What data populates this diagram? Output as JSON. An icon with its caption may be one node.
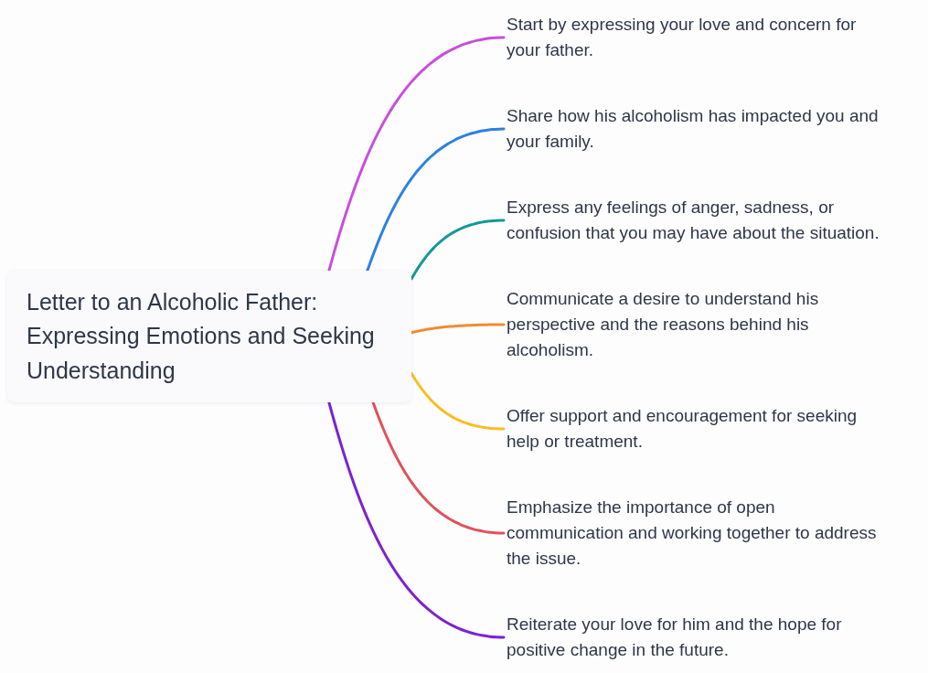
{
  "diagram": {
    "nodes": [
      {
        "text": [
          "Letter to an Alcoholic Father: Expressing Emotions and Seeking Understanding"
        ]
      },
      {
        "text": [
          "Start by expressing your love and concern for your father."
        ]
      },
      {
        "text": [
          "Share how his alcoholism has impacted you and your family."
        ]
      },
      {
        "text": [
          "Express any feelings of anger, sadness, or confusion that you may have about the situation."
        ]
      },
      {
        "text": [
          "Communicate a desire to understand his perspective and the reasons behind his alcoholism."
        ]
      },
      {
        "text": [
          "Offer support and encouragement for seeking help or treatment."
        ]
      },
      {
        "text": [
          "Emphasize the importance of open communication and working together to address the issue."
        ]
      },
      {
        "text": [
          "Reiterate your love for him and the hope for positive change in the future."
        ]
      }
    ],
    "edges": [
      {
        "from": 0,
        "to": 1,
        "arrow": "none",
        "color": "#c84fdb"
      },
      {
        "from": 0,
        "to": 2,
        "arrow": "none",
        "color": "#2b82e0"
      },
      {
        "from": 0,
        "to": 3,
        "arrow": "none",
        "color": "#12999a"
      },
      {
        "from": 0,
        "to": 4,
        "arrow": "none",
        "color": "#f28b30"
      },
      {
        "from": 0,
        "to": 5,
        "arrow": "none",
        "color": "#fbbd25"
      },
      {
        "from": 0,
        "to": 6,
        "arrow": "none",
        "color": "#e0525a"
      },
      {
        "from": 0,
        "to": 7,
        "arrow": "none",
        "color": "#7d22cf"
      }
    ]
  }
}
